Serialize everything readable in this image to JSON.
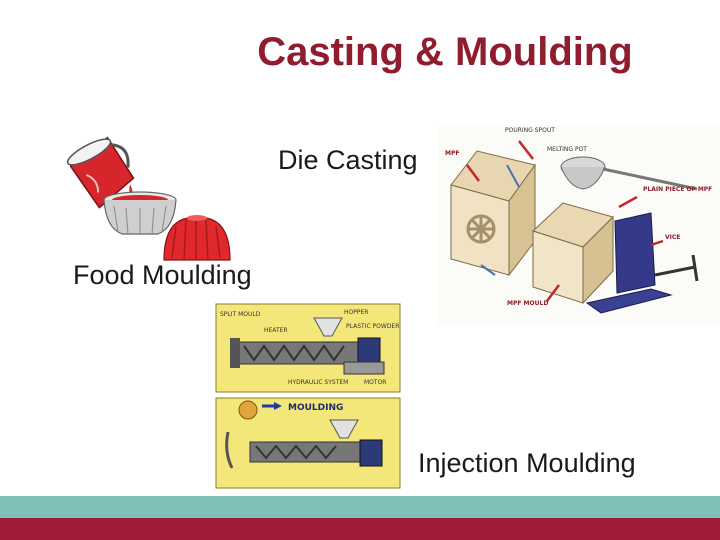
{
  "slide": {
    "title": "Casting & Moulding",
    "labels": {
      "die_casting": "Die Casting",
      "food_moulding": "Food Moulding",
      "injection_moulding": "Injection Moulding"
    }
  },
  "die_casting_image": {
    "annotations": {
      "pouring_spout": "POURING SPOUT",
      "mpf_left": "MPF",
      "melting_pot": "MELTING POT",
      "plain_piece": "PLAIN PIECE OF MPF",
      "vice": "VICE",
      "mpf_mould": "MPF MOULD"
    }
  },
  "injection_image": {
    "annotations": {
      "split_mould": "SPLIT MOULD",
      "hopper": "HOPPER",
      "plastic_powder": "PLASTIC POWDER",
      "heater": "HEATER",
      "hydraulic_system": "HYDRAULIC SYSTEM",
      "motor": "MOTOR",
      "moulding": "MOULDING"
    }
  },
  "colors": {
    "title": "#8f1d2e",
    "bar_top": "#7fbfb8",
    "bar_bottom": "#9e1c36"
  }
}
